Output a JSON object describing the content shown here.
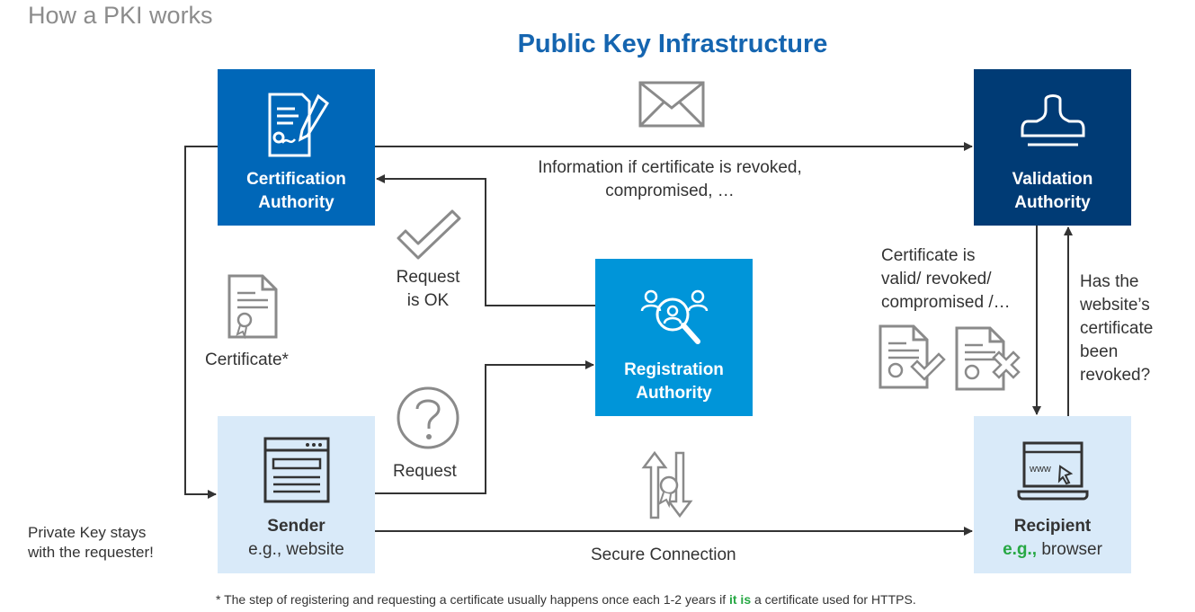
{
  "heading": "How a PKI works",
  "title": "Public Key Infrastructure",
  "boxes": {
    "ca": {
      "line1": "Certification",
      "line2": "Authority",
      "icon": "certificate-signing-icon"
    },
    "va": {
      "line1": "Validation",
      "line2": "Authority",
      "icon": "stamp-icon"
    },
    "ra": {
      "line1": "Registration",
      "line2": "Authority",
      "icon": "people-search-icon"
    },
    "sender": {
      "line1": "Sender",
      "line2": "e.g., website",
      "icon": "browser-window-icon"
    },
    "recipient": {
      "line1": "Recipient",
      "line2_prefix": "e.g.,",
      "line2_suffix": " browser",
      "icon": "laptop-www-icon"
    }
  },
  "labels": {
    "revoked_info_1": "Information if certificate is revoked,",
    "revoked_info_2": "compromised, …",
    "request_ok_1": "Request",
    "request_ok_2": "is OK",
    "certificate": "Certificate*",
    "request": "Request",
    "private_key_1": "Private Key stays",
    "private_key_2": "with the requester!",
    "secure_connection": "Secure Connection",
    "cert_status_1": "Certificate is",
    "cert_status_2": "valid/ revoked/",
    "cert_status_3": "compromised /…",
    "question_1": "Has the",
    "question_2": "website’s",
    "question_3": "certificate",
    "question_4": "been",
    "question_5": "revoked?"
  },
  "footnote": {
    "before": "* The step of registering and requesting a certificate usually happens once each 1-2 years if ",
    "highlight": "it is",
    "after": " a certificate used for HTTPS."
  },
  "colors": {
    "ca": "#0067b8",
    "va": "#003b75",
    "ra": "#0095d9",
    "light": "#d9eaf9",
    "title": "#1565b0",
    "green": "#27a844",
    "line": "#333333",
    "icon_gray": "#8a8a8a"
  }
}
